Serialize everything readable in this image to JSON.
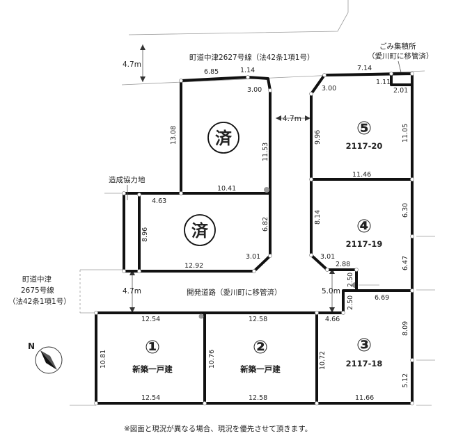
{
  "roads": {
    "north_road": "町道中津2627号線（法42条1項1号）",
    "north_width": "4.7m",
    "west_road": [
      "町道中津",
      "2675号線",
      "（法42条1項1号）"
    ],
    "west_width": "4.7m",
    "dev_road": "開発道路（愛川町に移管済）",
    "dev_width": "5.0m",
    "mid_width": "4.7m"
  },
  "labels": {
    "garbage": [
      "ごみ集積所",
      "（愛川町に移管済）"
    ],
    "cooperation": "造成協力地",
    "footnote": "※図面と現況が異なる場合、現況を優先させて頂きます。",
    "north": "N"
  },
  "lots": {
    "sold_top": {
      "mark": "済"
    },
    "sold_mid": {
      "mark": "済"
    },
    "lot1": {
      "number": "①",
      "label": "新築一戸建"
    },
    "lot2": {
      "number": "②",
      "label": "新築一戸建"
    },
    "lot3": {
      "number": "③",
      "label": "2117-18"
    },
    "lot4": {
      "number": "④",
      "label": "2117-19"
    },
    "lot5": {
      "number": "⑤",
      "label": "2117-20"
    }
  },
  "dimensions": {
    "top_w1": "6.85",
    "top_w2": "1.14",
    "top_chamfer": "3.00",
    "top_left": "13.08",
    "top_right": "11.53",
    "top_bottom": "10.41",
    "mid_top": "4.63",
    "mid_left": "8.96",
    "mid_right": "6.82",
    "mid_chamfer": "3.01",
    "mid_bottom": "12.92",
    "l5_top": "7.14",
    "l5_chamfer": "3.00",
    "l5_left": "9.96",
    "l5_right": "11.05",
    "l5_bottom": "11.46",
    "g_w": "1.11",
    "g_h": "2.01",
    "l4_left": "8.14",
    "l4_right1": "6.30",
    "l4_right2": "6.47",
    "l4_chamfer": "3.01",
    "l4_b1": "2.88",
    "l4_b2": "2.50",
    "l3_top1": "2.50",
    "l3_top2": "6.69",
    "l3_left_top": "4.66",
    "l3_left": "10.72",
    "l3_right1": "8.09",
    "l3_right2": "5.12",
    "l3_bottom": "11.66",
    "l1_top": "12.54",
    "l1_left": "10.81",
    "l1_bottom": "12.54",
    "l2_top": "12.58",
    "l2_left": "10.76",
    "l2_bottom": "12.58"
  }
}
